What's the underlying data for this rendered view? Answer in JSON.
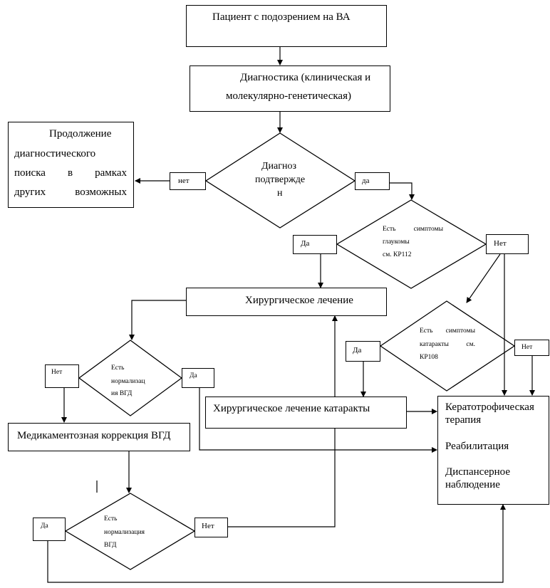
{
  "start": "Пациент с подозрением на ВА",
  "diagnostics": {
    "line1": "Диагностика (клиническая и",
    "line2": "молекулярно-генетическая)"
  },
  "continue_search": {
    "line1": "Продолжение",
    "line2": "диагностического",
    "line3": [
      "поиска",
      "в",
      "рамках"
    ],
    "line4": [
      "других",
      "возможных"
    ]
  },
  "decision1": {
    "line1": "Диагноз",
    "line2": "подтвержде",
    "line3": "н",
    "no": "нет",
    "yes": "да"
  },
  "decision2": {
    "line1": [
      "Есть",
      "симптомы"
    ],
    "line2": "глаукомы",
    "line3": "см. КР112",
    "yes": "Да",
    "no": "Нет"
  },
  "surgery": "Хирургическое лечение",
  "decision3": {
    "line1": [
      "Есть",
      "симптомы"
    ],
    "line2": [
      "катаракты",
      "см."
    ],
    "line3": "КР108",
    "yes": "Да",
    "no": "Нет"
  },
  "decision4": {
    "line1": "Есть",
    "line2": "нормализац",
    "line3": "ия ВГД",
    "no": "Нет",
    "yes": "Да"
  },
  "cataract_surgery": "Хирургическое лечение катаракты",
  "medication": "Медикаментозная коррекция ВГД",
  "outcome": {
    "line1": "Кератотрофическая",
    "line2": "терапия",
    "line3": "Реабилитация",
    "line4": "Диспансерное",
    "line5": "наблюдение"
  },
  "decision5": {
    "line1": "Есть",
    "line2": "нормализация",
    "line3": "ВГД",
    "yes": "Да",
    "no": "Нет"
  }
}
